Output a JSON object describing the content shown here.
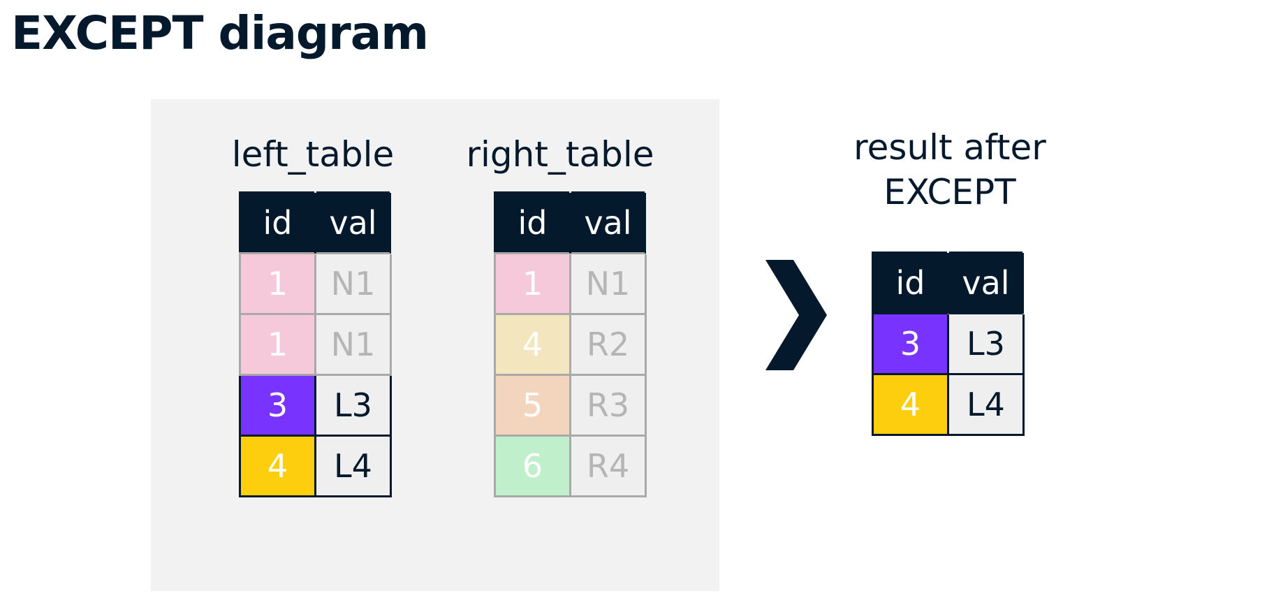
{
  "title": "EXCEPT diagram",
  "left_table": {
    "caption": "left_table",
    "headers": [
      "id",
      "val"
    ],
    "rows": [
      {
        "id": "1",
        "val": "N1",
        "color": "#f6c3d5",
        "kept": false
      },
      {
        "id": "1",
        "val": "N1",
        "color": "#f6c3d5",
        "kept": false
      },
      {
        "id": "3",
        "val": "L3",
        "color": "#7933ff",
        "kept": true
      },
      {
        "id": "4",
        "val": "L4",
        "color": "#fcce0d",
        "kept": true
      }
    ]
  },
  "right_table": {
    "caption": "right_table",
    "headers": [
      "id",
      "val"
    ],
    "rows": [
      {
        "id": "1",
        "val": "N1",
        "color": "#f6c3d5",
        "kept": false
      },
      {
        "id": "4",
        "val": "R2",
        "color": "#f4e4b5",
        "kept": false
      },
      {
        "id": "5",
        "val": "R3",
        "color": "#f4d0b5",
        "kept": false
      },
      {
        "id": "6",
        "val": "R4",
        "color": "#b7efc5",
        "kept": false
      }
    ]
  },
  "arrow_icon": "chevron-right-icon",
  "result_table": {
    "caption_line1": "result after",
    "caption_line2": "EXCEPT",
    "headers": [
      "id",
      "val"
    ],
    "rows": [
      {
        "id": "3",
        "val": "L3",
        "color": "#7933ff",
        "kept": true
      },
      {
        "id": "4",
        "val": "L4",
        "color": "#fcce0d",
        "kept": true
      }
    ]
  },
  "colors": {
    "header_bg": "#05192d",
    "panel_bg": "#f2f2f2",
    "value_cell_bg": "#efefef"
  }
}
